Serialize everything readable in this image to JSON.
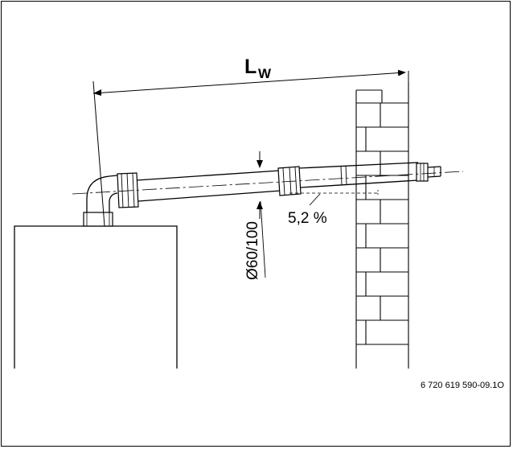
{
  "diagram": {
    "length_label": "L",
    "length_label_subscript": "W",
    "diameter_label": "Ø60/100",
    "slope_label": "5,2 %",
    "reference_code": "6 720 619 590-09.1O"
  }
}
